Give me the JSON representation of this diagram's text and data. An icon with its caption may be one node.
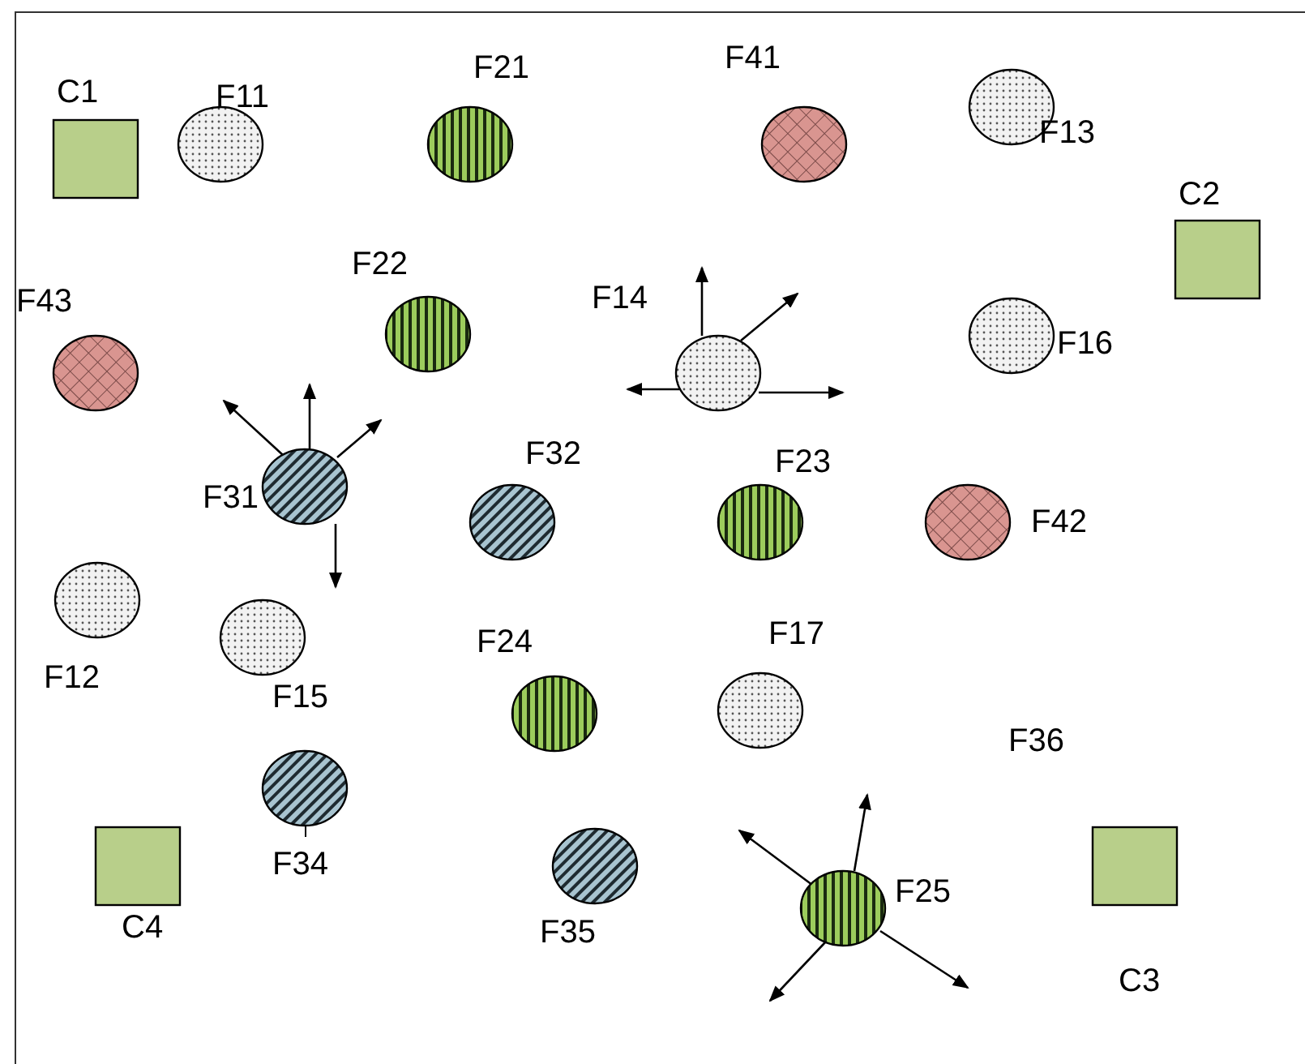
{
  "diagram": {
    "nodes": [
      {
        "text": [
          "C1"
        ]
      },
      {
        "text": [
          "F11"
        ]
      },
      {
        "text": [
          "F21"
        ]
      },
      {
        "text": [
          "F41"
        ]
      },
      {
        "text": [
          "F13"
        ]
      },
      {
        "text": [
          "C2"
        ]
      },
      {
        "text": [
          "F22"
        ]
      },
      {
        "text": [
          "F14"
        ]
      },
      {
        "text": [
          "F16"
        ]
      },
      {
        "text": [
          "F43"
        ]
      },
      {
        "text": [
          "F31"
        ]
      },
      {
        "text": [
          "F32"
        ]
      },
      {
        "text": [
          "F23"
        ]
      },
      {
        "text": [
          "F42"
        ]
      },
      {
        "text": [
          "F12"
        ]
      },
      {
        "text": [
          "F15"
        ]
      },
      {
        "text": [
          "F24"
        ]
      },
      {
        "text": [
          "F17"
        ]
      },
      {
        "text": [
          "F34"
        ]
      },
      {
        "text": [
          "C4"
        ]
      },
      {
        "text": [
          "F35"
        ]
      },
      {
        "text": [
          "F25"
        ]
      },
      {
        "text": [
          "C3"
        ]
      }
    ],
    "edges": [
      {
        "from": 7,
        "to": null,
        "arrow": "to"
      },
      {
        "from": 7,
        "to": null,
        "arrow": "to"
      },
      {
        "from": 7,
        "to": null,
        "arrow": "to"
      },
      {
        "from": 7,
        "to": null,
        "arrow": "to"
      },
      {
        "from": 10,
        "to": null,
        "arrow": "to"
      },
      {
        "from": 10,
        "to": null,
        "arrow": "to"
      },
      {
        "from": 10,
        "to": null,
        "arrow": "to"
      },
      {
        "from": 10,
        "to": null,
        "arrow": "to"
      },
      {
        "from": 21,
        "to": null,
        "arrow": "to"
      },
      {
        "from": 21,
        "to": null,
        "arrow": "to"
      },
      {
        "from": 21,
        "to": null,
        "arrow": "to"
      },
      {
        "from": 21,
        "to": null,
        "arrow": "to"
      }
    ],
    "labels": [
      "F36"
    ]
  }
}
